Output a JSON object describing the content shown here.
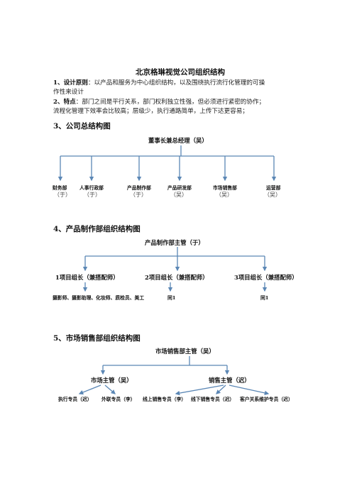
{
  "doc": {
    "title": "北京格琳视觉公司组织结构",
    "p1": {
      "label": "1、设计原则",
      "text_a": "：以产品和服务为中心组织结构，以及围绕执行流行化管理的可操",
      "text_b": "作性来设计"
    },
    "p2": {
      "label": "2、特点",
      "text_a": "：部门之间是平行关系，部门权利独立性强，但必须进行紧密的协作；",
      "text_b": "流程化管理下效率会比较高；层级少，执行通路简单，上传下达更容易；"
    }
  },
  "section3": {
    "heading": "3、公司总结构图",
    "root": "董事长兼总经理（吴）",
    "departments": [
      {
        "name": "财务部",
        "owner": "（于）"
      },
      {
        "name": "人事行政部",
        "owner": "（于）"
      },
      {
        "name": "产品制作部",
        "owner": "（于）"
      },
      {
        "name": "产品研发部",
        "owner": "（吴）"
      },
      {
        "name": "市场销售部",
        "owner": "（吴）"
      },
      {
        "name": "运营部",
        "owner": "（吴）"
      }
    ]
  },
  "section4": {
    "heading": "4、产品制作部组织结构图",
    "root": "产品制作部主管（于）",
    "groups": [
      {
        "name": "1项目组长（兼搭配师）",
        "members": "摄影师、摄影助理、化妆师、质检员、美工"
      },
      {
        "name": "2项目组长（兼搭配师）",
        "members": "同1"
      },
      {
        "name": "3项目组长（兼搭配师）",
        "members": "同1"
      }
    ]
  },
  "section5": {
    "heading": "5、市场销售部组织结构图",
    "root": "市场销售部主管（吴）",
    "managers": [
      {
        "name": "市场主管（吴）",
        "staff": [
          "执行专员（迟）",
          "外联专员（李）"
        ]
      },
      {
        "name": "销售主管（迟）",
        "staff": [
          "线上销售专员（李）",
          "线下销售专员（迟）",
          "客户关系维护专员（迟）"
        ]
      }
    ]
  },
  "colors": {
    "connector": "#5b87b5"
  }
}
